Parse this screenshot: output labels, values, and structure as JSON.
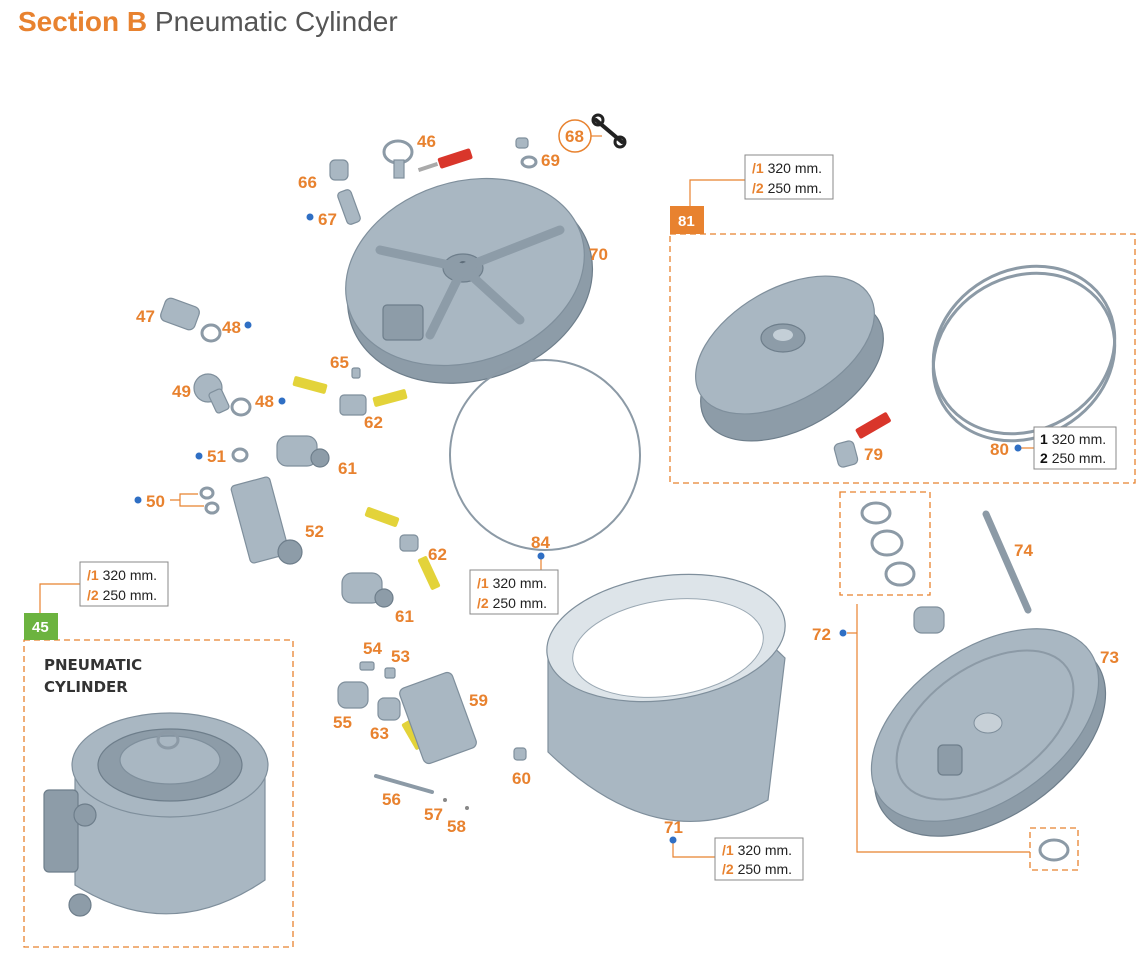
{
  "title": {
    "section": "Section B",
    "name": "Pneumatic Cylinder"
  },
  "kit_45": {
    "code": "45",
    "label_line1": "PNEUMATIC",
    "label_line2": "CYLINDER"
  },
  "kit_81": {
    "code": "81"
  },
  "size_boxes": {
    "variant_1_code": "/1",
    "variant_1_size": "320 mm.",
    "variant_2_code": "/2",
    "variant_2_size": "250 mm."
  },
  "ring_80_box": {
    "variant_1_code": "1",
    "variant_1_size": "320 mm.",
    "variant_2_code": "2",
    "variant_2_size": "250 mm."
  },
  "part_numbers": {
    "p46": "46",
    "p47": "47",
    "p48a": "48",
    "p48b": "48",
    "p49": "49",
    "p50": "50",
    "p51": "51",
    "p52": "52",
    "p53": "53",
    "p54": "54",
    "p55": "55",
    "p56": "56",
    "p57": "57",
    "p58": "58",
    "p59": "59",
    "p60": "60",
    "p61a": "61",
    "p61b": "61",
    "p62a": "62",
    "p62b": "62",
    "p63": "63",
    "p65": "65",
    "p66": "66",
    "p67": "67",
    "p68": "68",
    "p69": "69",
    "p70": "70",
    "p71": "71",
    "p72": "72",
    "p73": "73",
    "p74": "74",
    "p79": "79",
    "p80": "80",
    "p84": "84"
  },
  "colors": {
    "accent": "#e8822f",
    "kit_45": "#6cb33f",
    "kit_81": "#e8822f",
    "marker": "#2f6fc4"
  }
}
